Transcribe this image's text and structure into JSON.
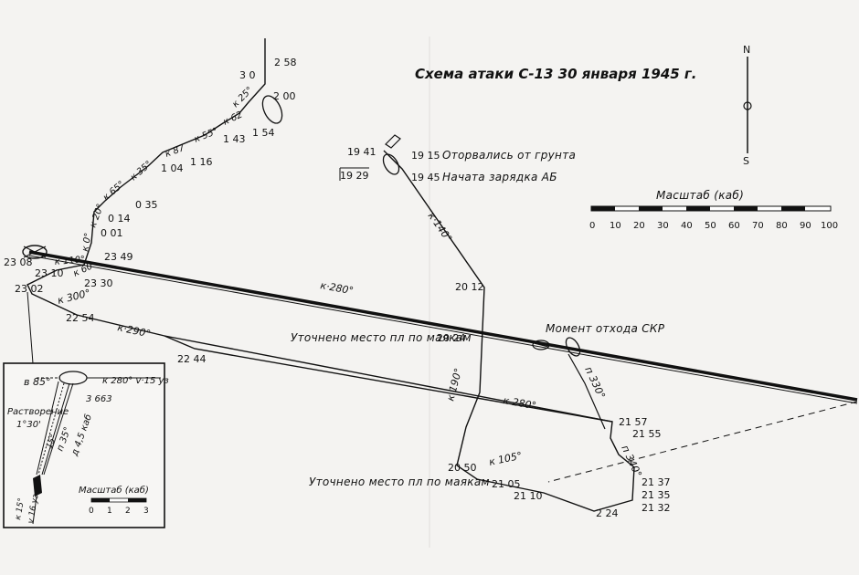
{
  "title": "Схема атаки С-13 30 января 1945 г.",
  "compass": {
    "north": "N",
    "south": "S"
  },
  "scale": {
    "title": "Масштаб (каб)",
    "ticks": [
      "0",
      "10",
      "20",
      "30",
      "40",
      "50",
      "60",
      "70",
      "80",
      "90",
      "100"
    ]
  },
  "captions": {
    "lifted": "Оторвались от грунта",
    "charging": "Начата зарядка АБ",
    "fix_top": "Уточнено место пл по маякам",
    "fix_bottom": "Уточнено место пл по маякам",
    "escort_leave": "Момент отхода СКР"
  },
  "times": {
    "t258": "2 58",
    "t300": "3 0",
    "t200": "2 00",
    "t154": "1 54",
    "t143": "1 43",
    "t116": "1 16",
    "t104": "1 04",
    "t035": "0 35",
    "t014": "0 14",
    "t001": "0 01",
    "t2349": "23 49",
    "t2330": "23 30",
    "t2310": "23 10",
    "t2308": "23 08",
    "t2302": "23 02",
    "t2254": "22 54",
    "t2244": "22 44",
    "t1941": "19 41",
    "t1929": "19 29",
    "t1915": "19 15",
    "t1945": "19 45",
    "t2012": "20 12",
    "t2024": "20 24",
    "t2050": "20 50",
    "t2105": "21 05",
    "t2110": "21 10",
    "t224": "2 24",
    "t2157": "21 57",
    "t2155": "21 55",
    "t2137": "21 37",
    "t2135": "21 35",
    "t2132": "21 32"
  },
  "courses": {
    "k280a": "к·280°",
    "k280b": "к 280°",
    "k290": "к·290°",
    "k300": "к 300°",
    "k110": "к 110°",
    "k60": "к 60",
    "k0": "к 0°",
    "k20": "к 20°",
    "k65": "к 65°",
    "k35": "к 35°",
    "k87": "к 87",
    "k55": "к 55°",
    "k62": "к 62",
    "k25": "к 25°",
    "k140": "к·140°",
    "k190": "к 190°",
    "k105": "к 105°",
    "p330": "п 330°",
    "p340": "п 340°"
  },
  "inset": {
    "label_b": "в 85°",
    "course": "к 280° v·15 уз",
    "bearing": "п 35°",
    "dist": "д 4,5 каб",
    "torpedo_no": "3 663",
    "spread_title": "Растворение",
    "spread_value": "1°30'",
    "k15": "к 15°",
    "v16": "v 16 уз",
    "scale_title": "Масштаб (каб)",
    "scale_ticks": [
      "0",
      "1",
      "2",
      "3"
    ],
    "extra": "15°"
  }
}
